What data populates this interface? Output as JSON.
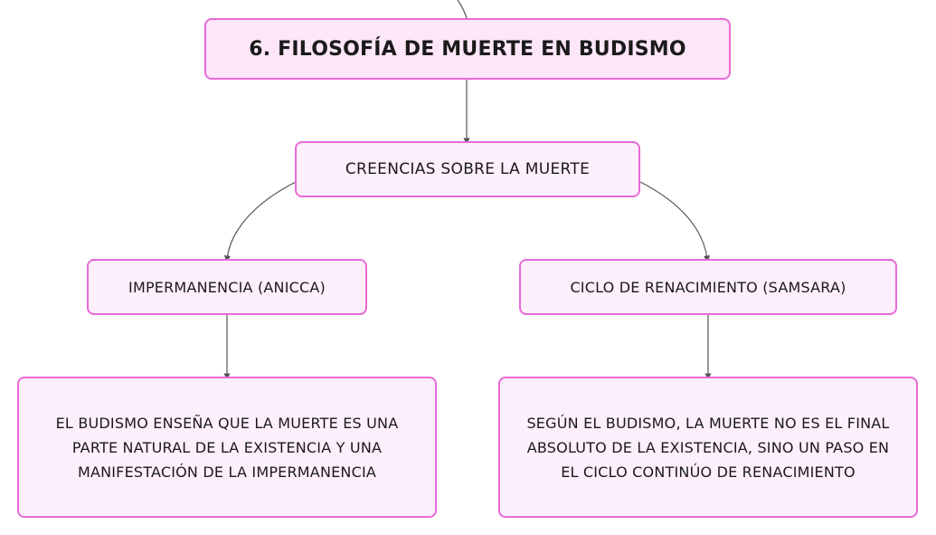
{
  "diagram": {
    "title": "6. FILOSOFÍA DE MUERTE EN BUDISMO",
    "subtopic": "CREENCIAS SOBRE LA MUERTE",
    "branches": [
      {
        "label": "IMPERMANENCIA (ANICCA)",
        "detail": "EL BUDISMO ENSEÑA QUE LA MUERTE ES UNA\nPARTE NATURAL DE LA EXISTENCIA Y UNA\nMANIFESTACIÓN DE LA IMPERMANENCIA"
      },
      {
        "label": "CICLO DE RENACIMIENTO (SAMSARA)",
        "detail": "SEGÚN EL BUDISMO, LA MUERTE NO ES EL FINAL\nABSOLUTO DE LA EXISTENCIA, SINO UN PASO EN\nEL CICLO CONTINÚO DE RENACIMIENTO"
      }
    ]
  },
  "colors": {
    "border": "#e86ad8",
    "fill": "#fdeffb",
    "title_fill": "#fce6f8",
    "connector": "#555555"
  }
}
